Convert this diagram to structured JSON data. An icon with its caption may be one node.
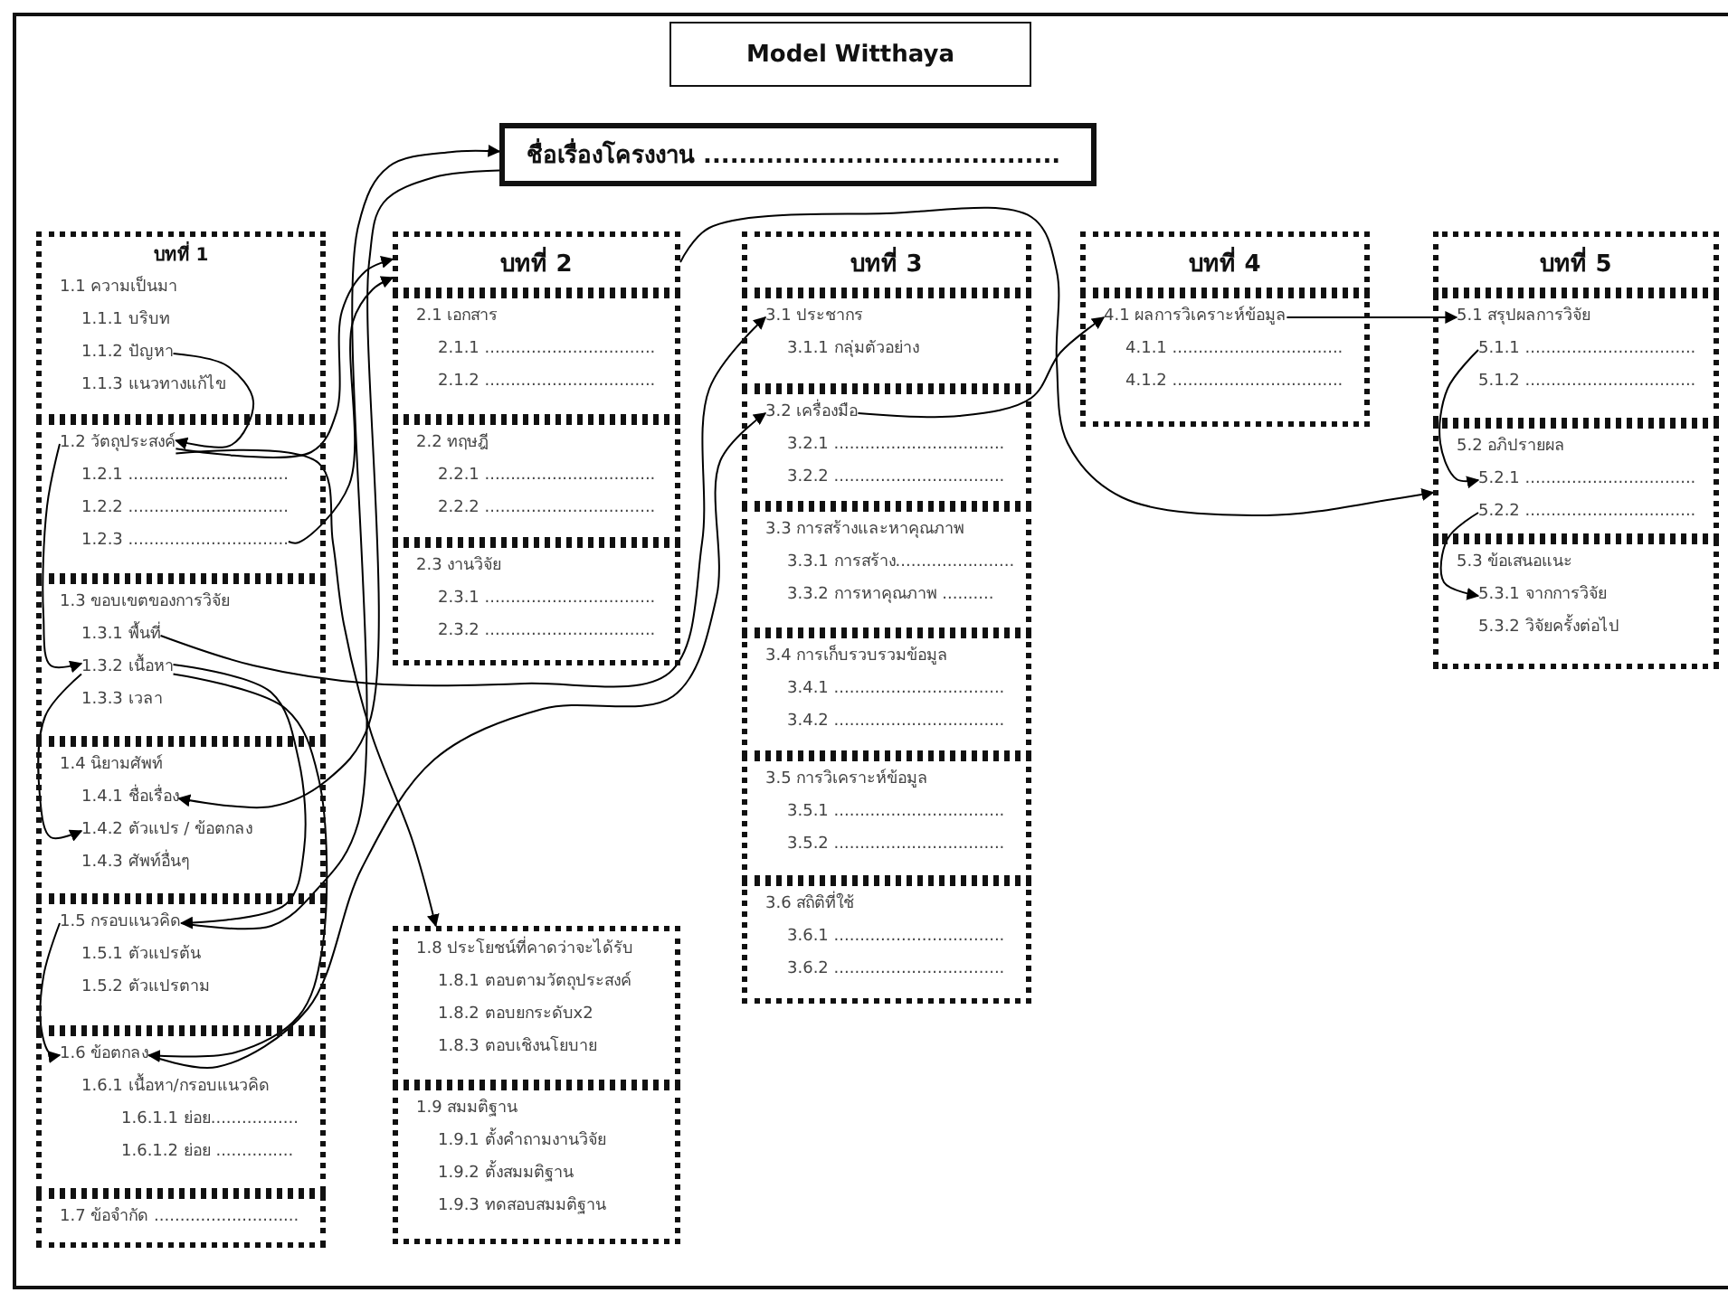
{
  "diagram": {
    "nodes": [
      {
        "text": [
          "Model Witthaya"
        ]
      },
      {
        "text": [
          "ชื่อเรื่องโครงงาน ........................................"
        ]
      },
      {
        "text": [],
        "shape": "box"
      },
      {
        "text": [
          "บทที่ 1"
        ],
        "in": 2
      },
      {
        "text": [
          "1.1 ความเป็นมา"
        ],
        "in": 2
      },
      {
        "text": [
          "1.1.1 บริบท"
        ],
        "in": 2
      },
      {
        "text": [
          "1.1.2 ปัญหา"
        ],
        "in": 2
      },
      {
        "text": [
          "1.1.3 แนวทางแก้ไข"
        ],
        "in": 2
      },
      {
        "text": [],
        "shape": "box"
      },
      {
        "text": [
          "1.2 วัตถุประสงค์"
        ],
        "in": 8
      },
      {
        "text": [
          "1.2.1 ..............................."
        ],
        "in": 8
      },
      {
        "text": [
          "1.2.2 ..............................."
        ],
        "in": 8
      },
      {
        "text": [
          "1.2.3 ..............................."
        ],
        "in": 8
      },
      {
        "text": [],
        "shape": "box"
      },
      {
        "text": [
          "1.3 ขอบเขตของการวิจัย"
        ],
        "in": 13
      },
      {
        "text": [
          "1.3.1 พื้นที่"
        ],
        "in": 13
      },
      {
        "text": [
          "1.3.2 เนื้อหา"
        ],
        "in": 13
      },
      {
        "text": [
          "1.3.3 เวลา"
        ],
        "in": 13
      },
      {
        "text": [],
        "shape": "box"
      },
      {
        "text": [
          "1.4 นิยามศัพท์"
        ],
        "in": 18
      },
      {
        "text": [
          "1.4.1 ชื่อเรื่อง"
        ],
        "in": 18
      },
      {
        "text": [
          "1.4.2 ตัวแปร / ข้อตกลง"
        ],
        "in": 18
      },
      {
        "text": [
          "1.4.3 ศัพท์อื่นๆ"
        ],
        "in": 18
      },
      {
        "text": [],
        "shape": "box"
      },
      {
        "text": [
          "1.5 กรอบแนวคิด"
        ],
        "in": 23
      },
      {
        "text": [
          "1.5.1 ตัวแปรต้น"
        ],
        "in": 23
      },
      {
        "text": [
          "1.5.2 ตัวแปรตาม"
        ],
        "in": 23
      },
      {
        "text": [],
        "shape": "box"
      },
      {
        "text": [
          "1.6 ข้อตกลง"
        ],
        "in": 27
      },
      {
        "text": [
          "1.6.1 เนื้อหา/กรอบแนวคิด"
        ],
        "in": 27
      },
      {
        "text": [
          "1.6.1.1 ย่อย................."
        ],
        "in": 27
      },
      {
        "text": [
          "1.6.1.2 ย่อย ..............."
        ],
        "in": 27
      },
      {
        "text": [],
        "shape": "box"
      },
      {
        "text": [
          "1.7 ข้อจำกัด ............................"
        ],
        "in": 32
      },
      {
        "text": [
          "บทที่ 2"
        ]
      },
      {
        "text": [],
        "shape": "box"
      },
      {
        "text": [
          "2.1 เอกสาร"
        ],
        "in": 35
      },
      {
        "text": [
          "2.1.1 ................................."
        ],
        "in": 35
      },
      {
        "text": [
          "2.1.2 ................................."
        ],
        "in": 35
      },
      {
        "text": [],
        "shape": "box"
      },
      {
        "text": [
          "2.2 ทฤษฎี"
        ],
        "in": 39
      },
      {
        "text": [
          "2.2.1 ................................."
        ],
        "in": 39
      },
      {
        "text": [
          "2.2.2 ................................."
        ],
        "in": 39
      },
      {
        "text": [],
        "shape": "box"
      },
      {
        "text": [
          "2.3 งานวิจัย"
        ],
        "in": 43
      },
      {
        "text": [
          "2.3.1 ................................."
        ],
        "in": 43
      },
      {
        "text": [
          "2.3.2 ................................."
        ],
        "in": 43
      },
      {
        "text": [],
        "shape": "box"
      },
      {
        "text": [
          "1.8 ประโยชน์ที่คาดว่าจะได้รับ"
        ],
        "in": 47
      },
      {
        "text": [
          "1.8.1 ตอบตามวัตถุประสงค์"
        ],
        "in": 47
      },
      {
        "text": [
          "1.8.2 ตอบยกระดับx2"
        ],
        "in": 47
      },
      {
        "text": [
          "1.8.3 ตอบเชิงนโยบาย"
        ],
        "in": 47
      },
      {
        "text": [],
        "shape": "box"
      },
      {
        "text": [
          "1.9 สมมติฐาน"
        ],
        "in": 52
      },
      {
        "text": [
          "1.9.1 ตั้งคำถามงานวิจัย"
        ],
        "in": 52
      },
      {
        "text": [
          "1.9.2 ตั้งสมมติฐาน"
        ],
        "in": 52
      },
      {
        "text": [
          "1.9.3 ทดสอบสมมติฐาน"
        ],
        "in": 52
      },
      {
        "text": [
          "บทที่ 3"
        ]
      },
      {
        "text": [],
        "shape": "box"
      },
      {
        "text": [
          "3.1 ประชากร"
        ],
        "in": 58
      },
      {
        "text": [
          "3.1.1 กลุ่มตัวอย่าง"
        ],
        "in": 58
      },
      {
        "text": [],
        "shape": "box"
      },
      {
        "text": [
          "3.2 เครื่องมือ"
        ],
        "in": 61
      },
      {
        "text": [
          "3.2.1 ................................."
        ],
        "in": 61
      },
      {
        "text": [
          "3.2.2 ................................."
        ],
        "in": 61
      },
      {
        "text": [],
        "shape": "box"
      },
      {
        "text": [
          "3.3 การสร้างและหาคุณภาพ"
        ],
        "in": 65
      },
      {
        "text": [
          "3.3.1 การสร้าง......................."
        ],
        "in": 65
      },
      {
        "text": [
          "3.3.2 การหาคุณภาพ .........."
        ],
        "in": 65
      },
      {
        "text": [],
        "shape": "box"
      },
      {
        "text": [
          "3.4 การเก็บรวบรวมข้อมูล"
        ],
        "in": 69
      },
      {
        "text": [
          "3.4.1 ................................."
        ],
        "in": 69
      },
      {
        "text": [
          "3.4.2 ................................."
        ],
        "in": 69
      },
      {
        "text": [],
        "shape": "box"
      },
      {
        "text": [
          "3.5 การวิเคราะห์ข้อมูล"
        ],
        "in": 73
      },
      {
        "text": [
          "3.5.1 ................................."
        ],
        "in": 73
      },
      {
        "text": [
          "3.5.2 ................................."
        ],
        "in": 73
      },
      {
        "text": [],
        "shape": "box"
      },
      {
        "text": [
          "3.6 สถิติที่ใช้"
        ],
        "in": 77
      },
      {
        "text": [
          "3.6.1 ................................."
        ],
        "in": 77
      },
      {
        "text": [
          "3.6.2 ................................."
        ],
        "in": 77
      },
      {
        "text": [
          "บทที่ 4"
        ]
      },
      {
        "text": [],
        "shape": "box"
      },
      {
        "text": [
          "4.1 ผลการวิเคราะห์ข้อมูล"
        ],
        "in": 82
      },
      {
        "text": [
          "4.1.1 ................................."
        ],
        "in": 82
      },
      {
        "text": [
          "4.1.2 ................................."
        ],
        "in": 82
      },
      {
        "text": [
          "บทที่ 5"
        ]
      },
      {
        "text": [],
        "shape": "box"
      },
      {
        "text": [
          "5.1 สรุปผลการวิจัย"
        ],
        "in": 87
      },
      {
        "text": [
          "5.1.1 ................................."
        ],
        "in": 87
      },
      {
        "text": [
          "5.1.2 ................................."
        ],
        "in": 87
      },
      {
        "text": [],
        "shape": "box"
      },
      {
        "text": [
          "5.2 อภิปรายผล"
        ],
        "in": 91
      },
      {
        "text": [
          "5.2.1 ................................."
        ],
        "in": 91
      },
      {
        "text": [
          "5.2.2 ................................."
        ],
        "in": 91
      },
      {
        "text": [],
        "shape": "box"
      },
      {
        "text": [
          "5.3 ข้อเสนอแนะ"
        ],
        "in": 95
      },
      {
        "text": [
          "5.3.1 จากการวิจัย"
        ],
        "in": 95
      },
      {
        "text": [
          "5.3.2 วิจัยครั้งต่อไป"
        ],
        "in": 95
      }
    ],
    "edges": [
      {
        "from": 6,
        "to": 9,
        "arrow": "to"
      },
      {
        "from": 9,
        "to": 34,
        "arrow": "to"
      },
      {
        "from": 12,
        "to": 34,
        "arrow": "to"
      },
      {
        "from": 1,
        "to": 20,
        "arrow": "to"
      },
      {
        "from": 24,
        "to": 1,
        "arrow": "to"
      },
      {
        "from": 9,
        "to": 47,
        "arrow": "to"
      },
      {
        "from": 9,
        "to": 16,
        "arrow": "to"
      },
      {
        "from": 16,
        "to": 21,
        "arrow": "to"
      },
      {
        "from": 16,
        "to": 24,
        "arrow": "to"
      },
      {
        "from": 16,
        "to": 28,
        "arrow": "to"
      },
      {
        "from": 24,
        "to": 28,
        "arrow": "to"
      },
      {
        "from": 28,
        "to": 62,
        "arrow": "to"
      },
      {
        "from": 15,
        "to": 59,
        "arrow": "to"
      },
      {
        "from": 34,
        "to": 91,
        "arrow": "to"
      },
      {
        "from": 62,
        "to": 83,
        "arrow": "to"
      },
      {
        "from": 83,
        "to": 88,
        "arrow": "to"
      },
      {
        "from": 89,
        "to": 93,
        "arrow": "to"
      },
      {
        "from": 94,
        "to": 97,
        "arrow": "to"
      }
    ]
  }
}
